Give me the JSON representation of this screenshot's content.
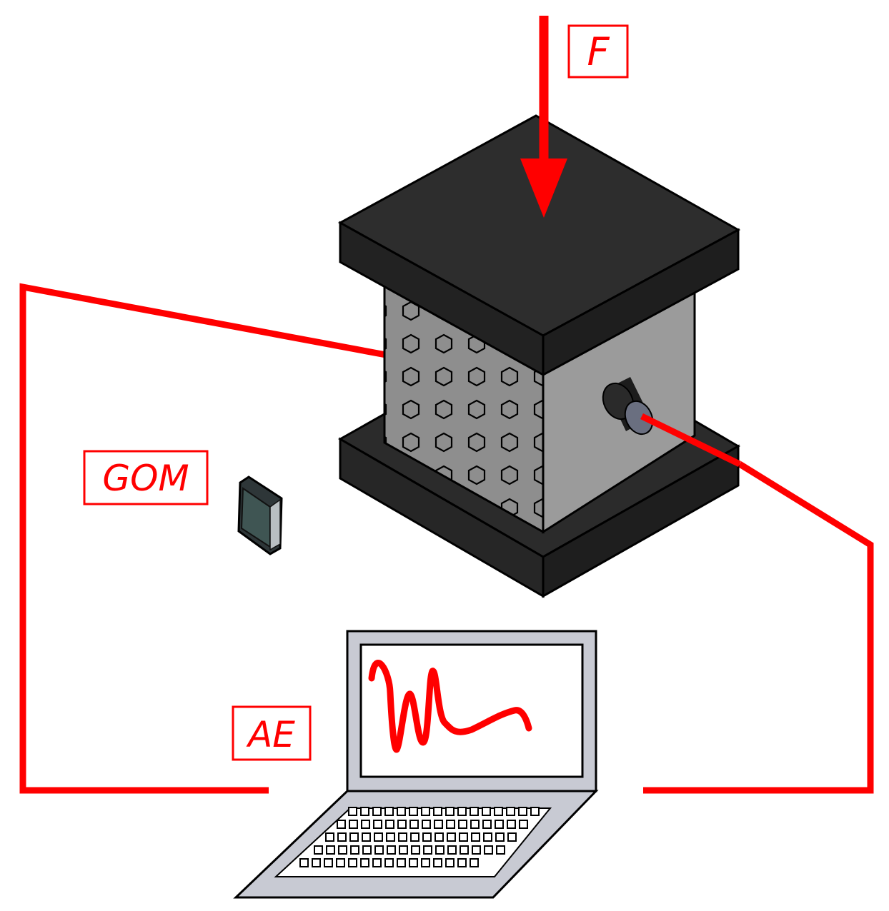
{
  "labels": {
    "force": "F",
    "camera": "GOM",
    "acoustic_emission": "AE"
  },
  "colors": {
    "accent": "#ff0000",
    "plate": "#2b2b2b",
    "plate_side": "#1f1f1f",
    "specimen_front": "#8c8c8c",
    "specimen_side": "#9a9a9a",
    "laptop_frame": "#c8cad3",
    "screen": "#ffffff",
    "camera_body": "#3f4a4c"
  },
  "icons": {
    "force_arrow": "down-arrow-icon",
    "camera": "camera-icon",
    "sensor": "ae-sensor-icon",
    "laptop": "laptop-icon"
  }
}
